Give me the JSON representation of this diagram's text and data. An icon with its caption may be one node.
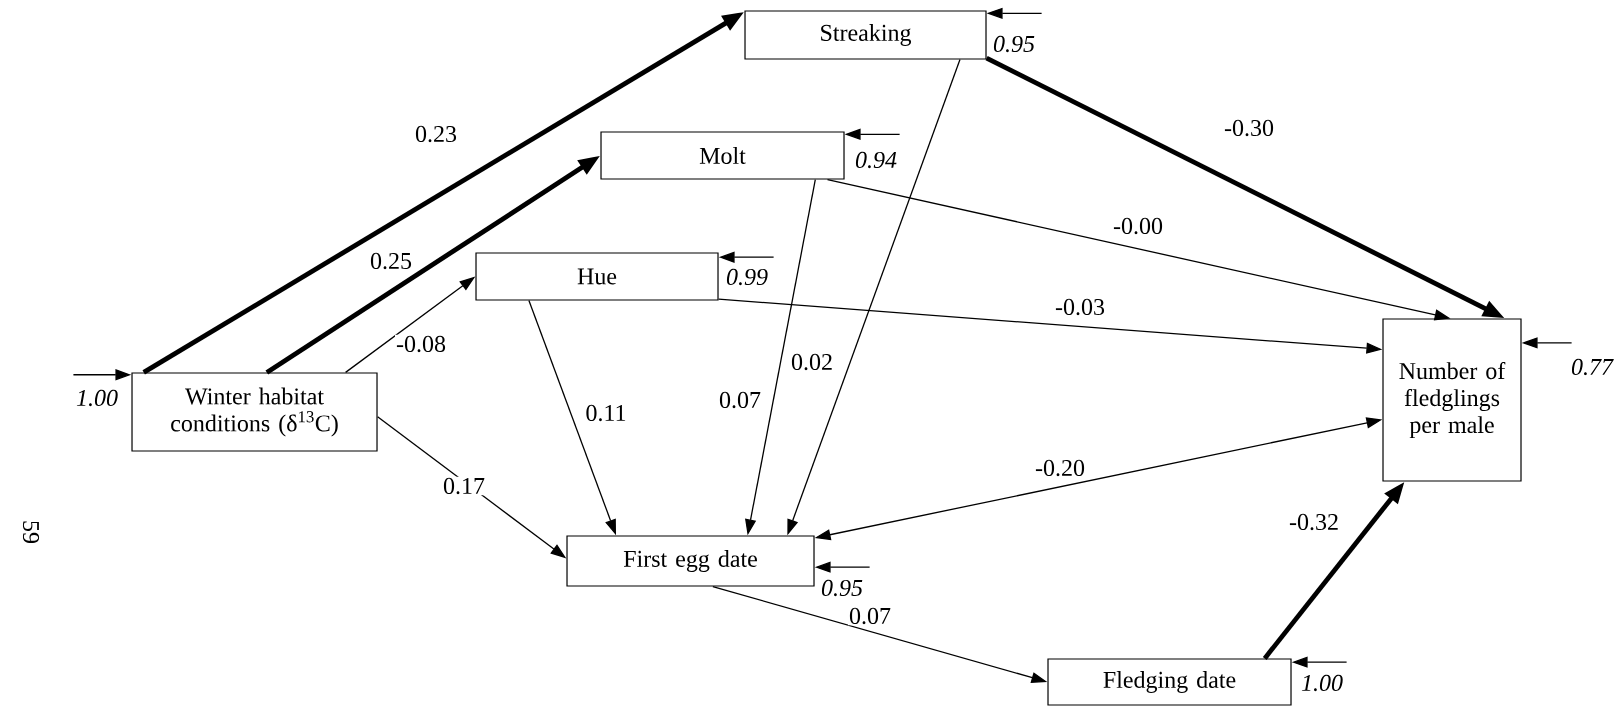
{
  "diagram": {
    "nodes": [
      {
        "text": [
          "Streaking"
        ]
      },
      {
        "text": [
          "Molt"
        ]
      },
      {
        "text": [
          "Hue"
        ]
      },
      {
        "text": [
          "Winter habitat conditions (δ$^{13}$C)"
        ]
      },
      {
        "text": [
          "Number of fledglings per male"
        ]
      },
      {
        "text": [
          "First egg date"
        ]
      },
      {
        "text": [
          "Fledging date"
        ]
      }
    ],
    "edges": [
      {
        "from": 3,
        "to": 0,
        "arrow": "to",
        "label": "0.23",
        "style": "thick"
      },
      {
        "from": 3,
        "to": 1,
        "arrow": "to",
        "label": "0.25",
        "style": "thick"
      },
      {
        "from": 3,
        "to": 2,
        "arrow": "to",
        "label": "-0.08"
      },
      {
        "from": 3,
        "to": 5,
        "arrow": "to",
        "label": "0.17"
      },
      {
        "from": 0,
        "to": 4,
        "arrow": "to",
        "label": "-0.30",
        "style": "thick"
      },
      {
        "from": 0,
        "to": 5,
        "arrow": "to",
        "label": "0.02"
      },
      {
        "from": 1,
        "to": 4,
        "arrow": "to",
        "label": "-0.00"
      },
      {
        "from": 1,
        "to": 5,
        "arrow": "to",
        "label": "0.07"
      },
      {
        "from": 2,
        "to": 4,
        "arrow": "to",
        "label": "-0.03"
      },
      {
        "from": 2,
        "to": 5,
        "arrow": "to",
        "label": "0.11"
      },
      {
        "from": 5,
        "to": 4,
        "arrow": "both",
        "label": "-0.20"
      },
      {
        "from": 5,
        "to": 6,
        "arrow": "to",
        "label": "0.07"
      },
      {
        "from": 6,
        "to": 4,
        "arrow": "to",
        "label": "-0.32",
        "style": "thick"
      },
      {
        "from": null,
        "to": 0,
        "arrow": "to",
        "label": "0.95"
      },
      {
        "from": null,
        "to": 1,
        "arrow": "to",
        "label": "0.94"
      },
      {
        "from": null,
        "to": 2,
        "arrow": "to",
        "label": "0.99"
      },
      {
        "from": null,
        "to": 3,
        "arrow": "to",
        "label": "1.00"
      },
      {
        "from": null,
        "to": 4,
        "arrow": "to",
        "label": "0.77"
      },
      {
        "from": null,
        "to": 5,
        "arrow": "to",
        "label": "0.95"
      },
      {
        "from": null,
        "to": 6,
        "arrow": "to",
        "label": "1.00"
      }
    ],
    "labels": [
      "59"
    ]
  }
}
